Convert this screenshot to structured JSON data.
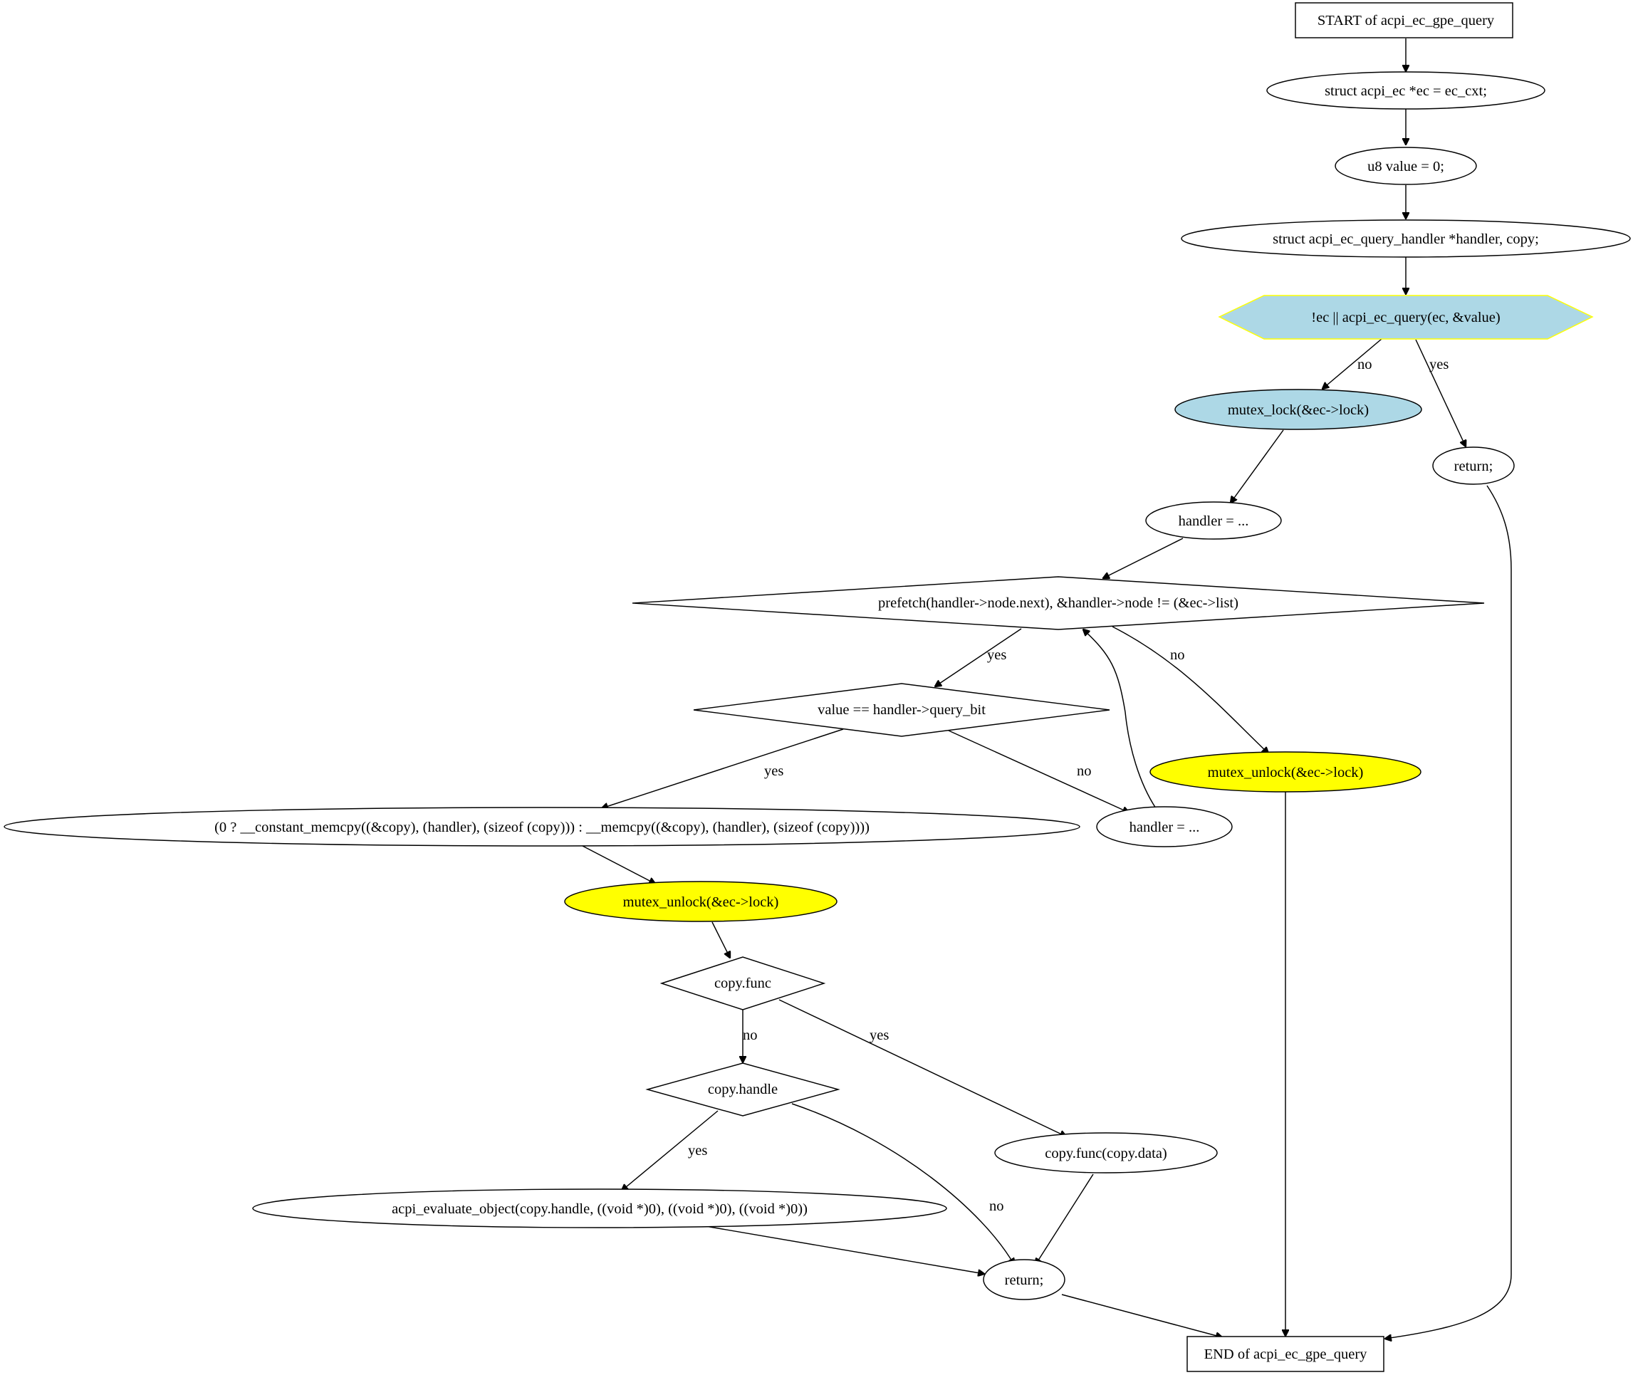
{
  "nodes": {
    "start": "START of acpi_ec_gpe_query",
    "decl_ec": "struct acpi_ec *ec = ec_cxt;",
    "decl_value": "u8 value = 0;",
    "decl_handler": "struct acpi_ec_query_handler *handler, copy;",
    "cond_query": "!ec || acpi_ec_query(ec, &value)",
    "return_early": "return;",
    "mutex_lock": "mutex_lock(&ec->lock)",
    "handler_init": "handler = ...",
    "loop_cond": "prefetch(handler->node.next), &handler->node != (&ec->list)",
    "cond_bit": "value == handler->query_bit",
    "mutex_unlock_loop_exit": "mutex_unlock(&ec->lock)",
    "memcpy": "(0 ? __constant_memcpy((&copy), (handler), (sizeof (copy))) : __memcpy((&copy), (handler), (sizeof (copy))))",
    "handler_next": "handler = ...",
    "mutex_unlock_found": "mutex_unlock(&ec->lock)",
    "cond_func": "copy.func",
    "cond_handle": "copy.handle",
    "call_func": "copy.func(copy.data)",
    "evaluate": "acpi_evaluate_object(copy.handle, ((void *)0), ((void *)0), ((void *)0))",
    "return_final": "return;",
    "end": "END of acpi_ec_gpe_query"
  },
  "edge_labels": {
    "query_no": "no",
    "query_yes": "yes",
    "loop_yes": "yes",
    "loop_no": "no",
    "bit_yes": "yes",
    "bit_no": "no",
    "func_no": "no",
    "func_yes": "yes",
    "handle_yes": "yes",
    "handle_no": "no"
  },
  "colors": {
    "condition_fill": "#add8e6",
    "condition_stroke": "#ffff00",
    "lock_fill": "#add8e6",
    "unlock_fill": "#ffff00",
    "default_fill": "#ffffff",
    "line": "#000000"
  }
}
